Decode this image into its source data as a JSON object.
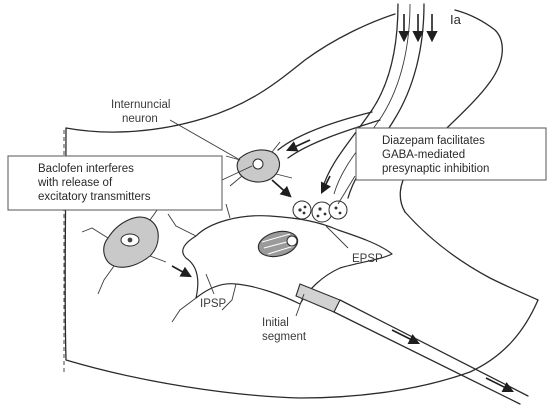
{
  "labels": {
    "ia": "Ia",
    "interneuron_line1": "Internuncial",
    "interneuron_line2": "neuron",
    "baclofen_line1": "Baclofen interferes",
    "baclofen_line2": "with release of",
    "baclofen_line3": "excitatory transmitters",
    "diazepam_line1": "Diazepam facilitates",
    "diazepam_line2": "GABA-mediated",
    "diazepam_line3": "presynaptic inhibition",
    "epsp": "EPSP",
    "ipsp": "IPSP",
    "initial_line1": "Initial",
    "initial_line2": "segment"
  },
  "colors": {
    "line": "#2b2b2b",
    "grey_fill": "#c9c9c9",
    "text": "#3a3a3a"
  }
}
